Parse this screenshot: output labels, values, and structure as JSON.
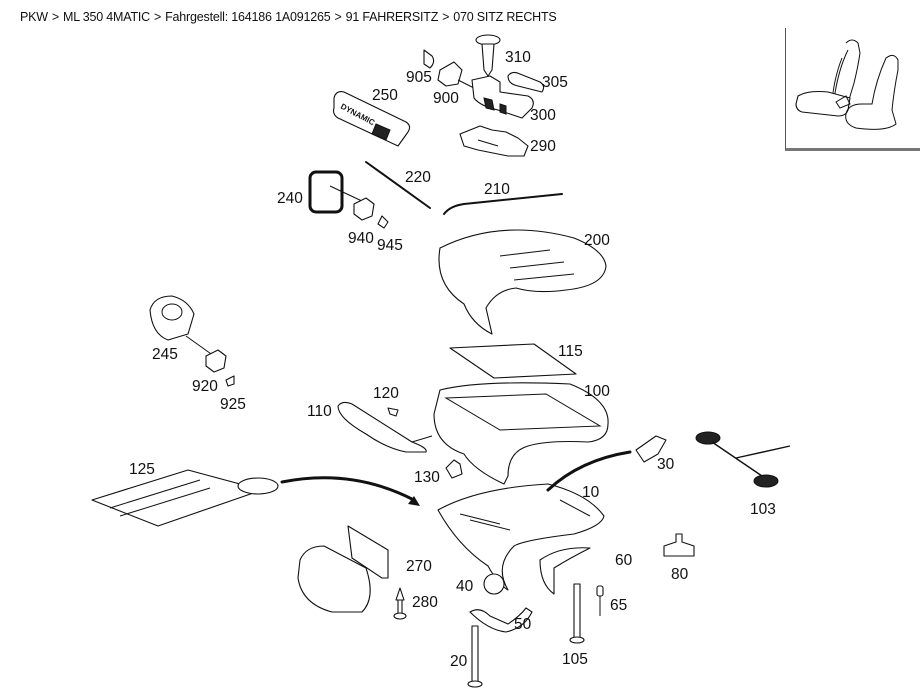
{
  "breadcrumb": {
    "items": [
      {
        "label": "PKW"
      },
      {
        "label": "ML 350 4MATIC"
      },
      {
        "label": "Fahrgestell: 164186 1A091265"
      },
      {
        "label": "91 FAHRERSITZ"
      },
      {
        "label": "070 SITZ RECHTS"
      }
    ],
    "separator": ">"
  },
  "thumbnail": {
    "description": "seat overview"
  },
  "parts": {
    "p310": "310",
    "p305": "305",
    "p905": "905",
    "p900": "900",
    "p300": "300",
    "p250": "250",
    "p290": "290",
    "p220": "220",
    "p210": "210",
    "p240": "240",
    "p940": "940",
    "p945": "945",
    "p200": "200",
    "p245": "245",
    "p115": "115",
    "p920": "920",
    "p925": "925",
    "p120": "120",
    "p100": "100",
    "p110": "110",
    "p125": "125",
    "p130": "130",
    "p30": "30",
    "p10": "10",
    "p103": "103",
    "p270": "270",
    "p60": "60",
    "p80": "80",
    "p40": "40",
    "p280": "280",
    "p65": "65",
    "p50": "50",
    "p105": "105",
    "p20": "20"
  },
  "switch_text": "DYNAMIC"
}
